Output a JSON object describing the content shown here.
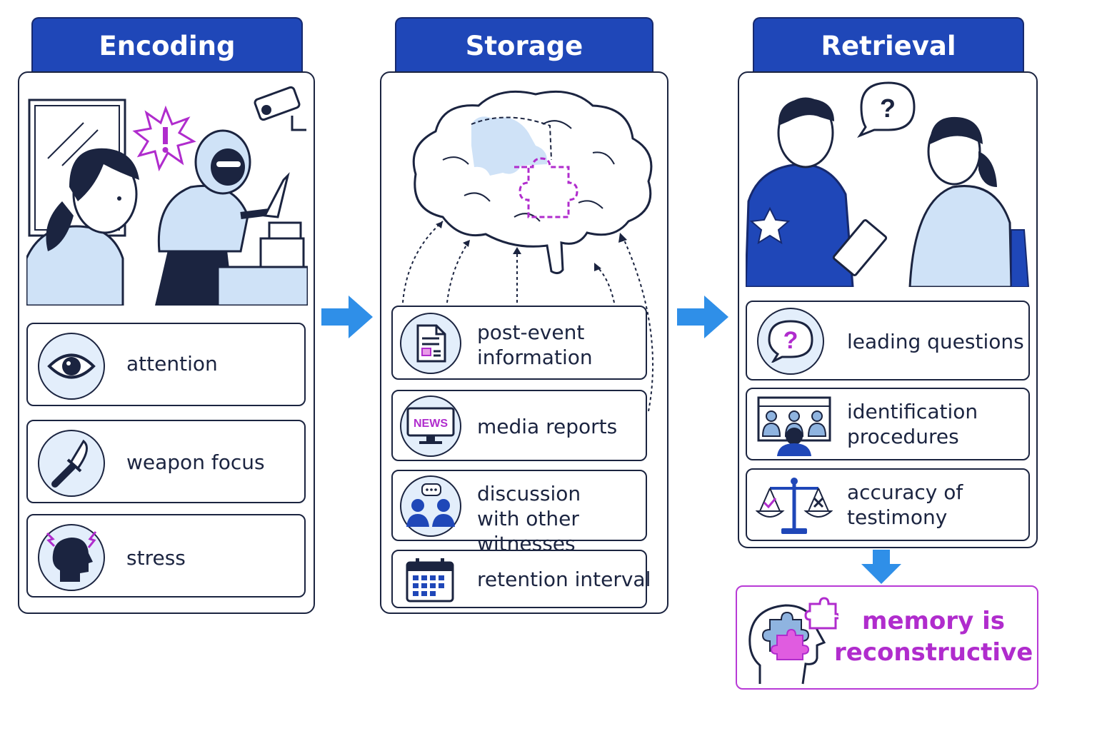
{
  "stages": [
    {
      "title": "Encoding",
      "factors": [
        {
          "label": "attention",
          "icon": "eye-icon"
        },
        {
          "label": "weapon focus",
          "icon": "knife-icon"
        },
        {
          "label": "stress",
          "icon": "stressed-head-icon"
        }
      ]
    },
    {
      "title": "Storage",
      "factors": [
        {
          "label": "post-event information",
          "icon": "document-icon"
        },
        {
          "label": "media reports",
          "icon": "news-monitor-icon",
          "icon_text": "NEWS"
        },
        {
          "label": "discussion with other witnesses",
          "icon": "people-chat-icon"
        },
        {
          "label": "retention interval",
          "icon": "calendar-icon"
        }
      ]
    },
    {
      "title": "Retrieval",
      "factors": [
        {
          "label": "leading questions",
          "icon": "question-bubble-icon"
        },
        {
          "label": "identification procedures",
          "icon": "lineup-icon"
        },
        {
          "label": "accuracy of testimony",
          "icon": "scales-icon"
        }
      ]
    }
  ],
  "conclusion": {
    "text": "memory is reconstructive",
    "icon": "puzzle-head-icon"
  },
  "colors": {
    "header_blue": "#1f47b8",
    "outline_navy": "#1b2440",
    "light_blue": "#cfe2f7",
    "arrow_blue": "#2f8fe8",
    "accent_magenta": "#b02ccd"
  }
}
